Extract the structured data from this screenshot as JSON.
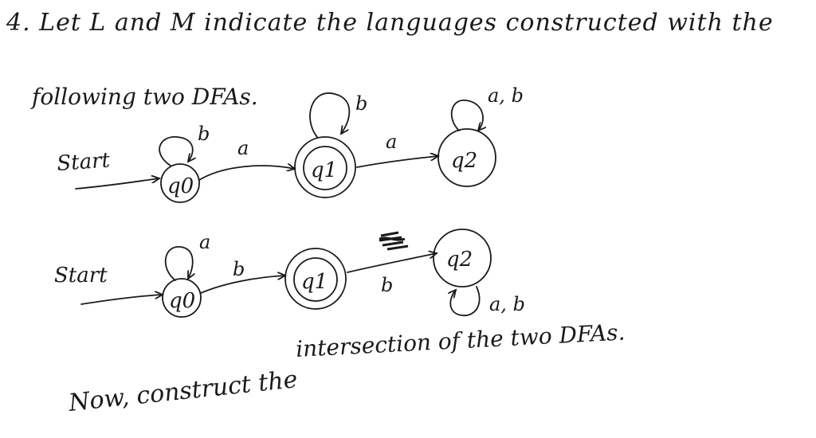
{
  "problem": {
    "line1": "4. Let L and M indicate the languages constructed with the",
    "line2": "following two DFAs.",
    "line3_part1": "Now, construct the",
    "line3_part2": "intersection of the two DFAs."
  },
  "dfa1": {
    "start_label": "Start",
    "states": {
      "q0": "q0",
      "q1": "q1",
      "q2": "q2"
    },
    "accepting": [
      "q1"
    ],
    "transitions": {
      "q0_self": "b",
      "q0_to_q1": "a",
      "q1_self": "b",
      "q1_to_q2": "a",
      "q2_self": "a, b"
    }
  },
  "dfa2": {
    "start_label": "Start",
    "states": {
      "q0": "q0",
      "q1": "q1",
      "q2": "q2"
    },
    "accepting": [
      "q1"
    ],
    "transitions": {
      "q0_self": "a",
      "q0_to_q1": "b",
      "q1_to_q2": "b",
      "q2_self": "a, b"
    }
  },
  "colors": {
    "ink": "#1a1a1a",
    "paper": "#ffffff"
  }
}
